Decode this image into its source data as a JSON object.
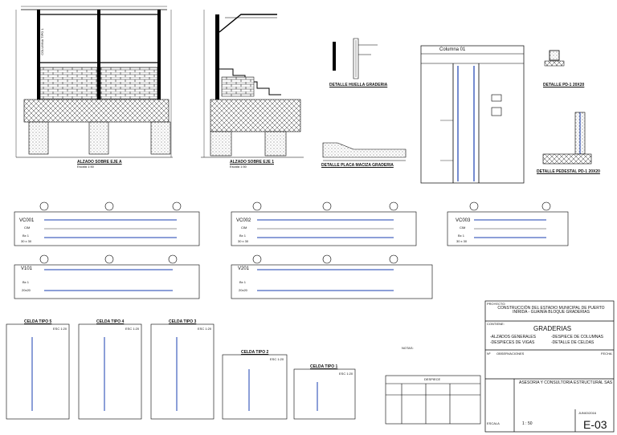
{
  "drawing": {
    "elevations": {
      "eje_a": "ALZADO SOBRE EJE A",
      "eje_1": "ALZADO SOBRE EJE 1",
      "scale": "Escala 1:50",
      "columna_label": "COLUMNA TIPO 1"
    },
    "details": {
      "huella": "DETALLE HUELLA GRADERIA",
      "placa": "DETALLE PLACA MACIZA GRADERIA",
      "columna_title": "Columna 01",
      "pedestal_1": "DETALLE PD-1 20X20",
      "pedestal_2": "DETALLE PEDESTAL PD-1 20X20",
      "scale_small": "ESC. 1:20"
    },
    "beams": [
      {
        "id": "VC001",
        "sub": "CIM",
        "size": "30 x 30",
        "row": "Bx 1"
      },
      {
        "id": "VC002",
        "sub": "CIM",
        "size": "30 x 30",
        "row": "Bx 1"
      },
      {
        "id": "VC003",
        "sub": "CIM",
        "size": "30 x 30",
        "row": "Bx 1"
      },
      {
        "id": "V101",
        "sub": "",
        "size": "20x20",
        "row": "Bx 1"
      },
      {
        "id": "V201",
        "sub": "",
        "size": "20x20",
        "row": "Bx 1"
      }
    ],
    "cells": [
      {
        "title": "CELDA TIPO 5",
        "scale": "ESC 1:20"
      },
      {
        "title": "CELDA TIPO 4",
        "scale": "ESC 1:20"
      },
      {
        "title": "CELDA TIPO 3",
        "scale": "ESC 1:20"
      },
      {
        "title": "CELDA TIPO 2",
        "scale": "ESC 1:20"
      },
      {
        "title": "CELDA TIPO 1",
        "scale": "ESC 1:20"
      }
    ],
    "notes_title": "NOTAS:",
    "table_title": "DESPIECE"
  },
  "title_block": {
    "project_label": "PROYECTO:",
    "project": "CONSTRUCCIÓN DEL ESTADIO MUNICIPAL DE PUERTO INÍRIDA - GUAINÍA BLOQUE GRADERIAS",
    "content_label": "CONTIENE:",
    "content_title": "GRADERIAS",
    "content_items": [
      "-ALZADOS GENERALES",
      "-DESPIECES DE VIGAS",
      "-DESPIECE DE COLUMNAS",
      "-DETALLE DE CELDAS"
    ],
    "rev_label": "Nº",
    "obs_label": "OBSERVACIONES",
    "date_label": "FECHA",
    "company": "ASESORIA Y CONSULTORIA ESTRUCTURAL SAS",
    "sheet": "E-03",
    "scale_label": "ESCALA",
    "scale_value": "1 : 50",
    "date_value": "JUNIO/2016"
  }
}
